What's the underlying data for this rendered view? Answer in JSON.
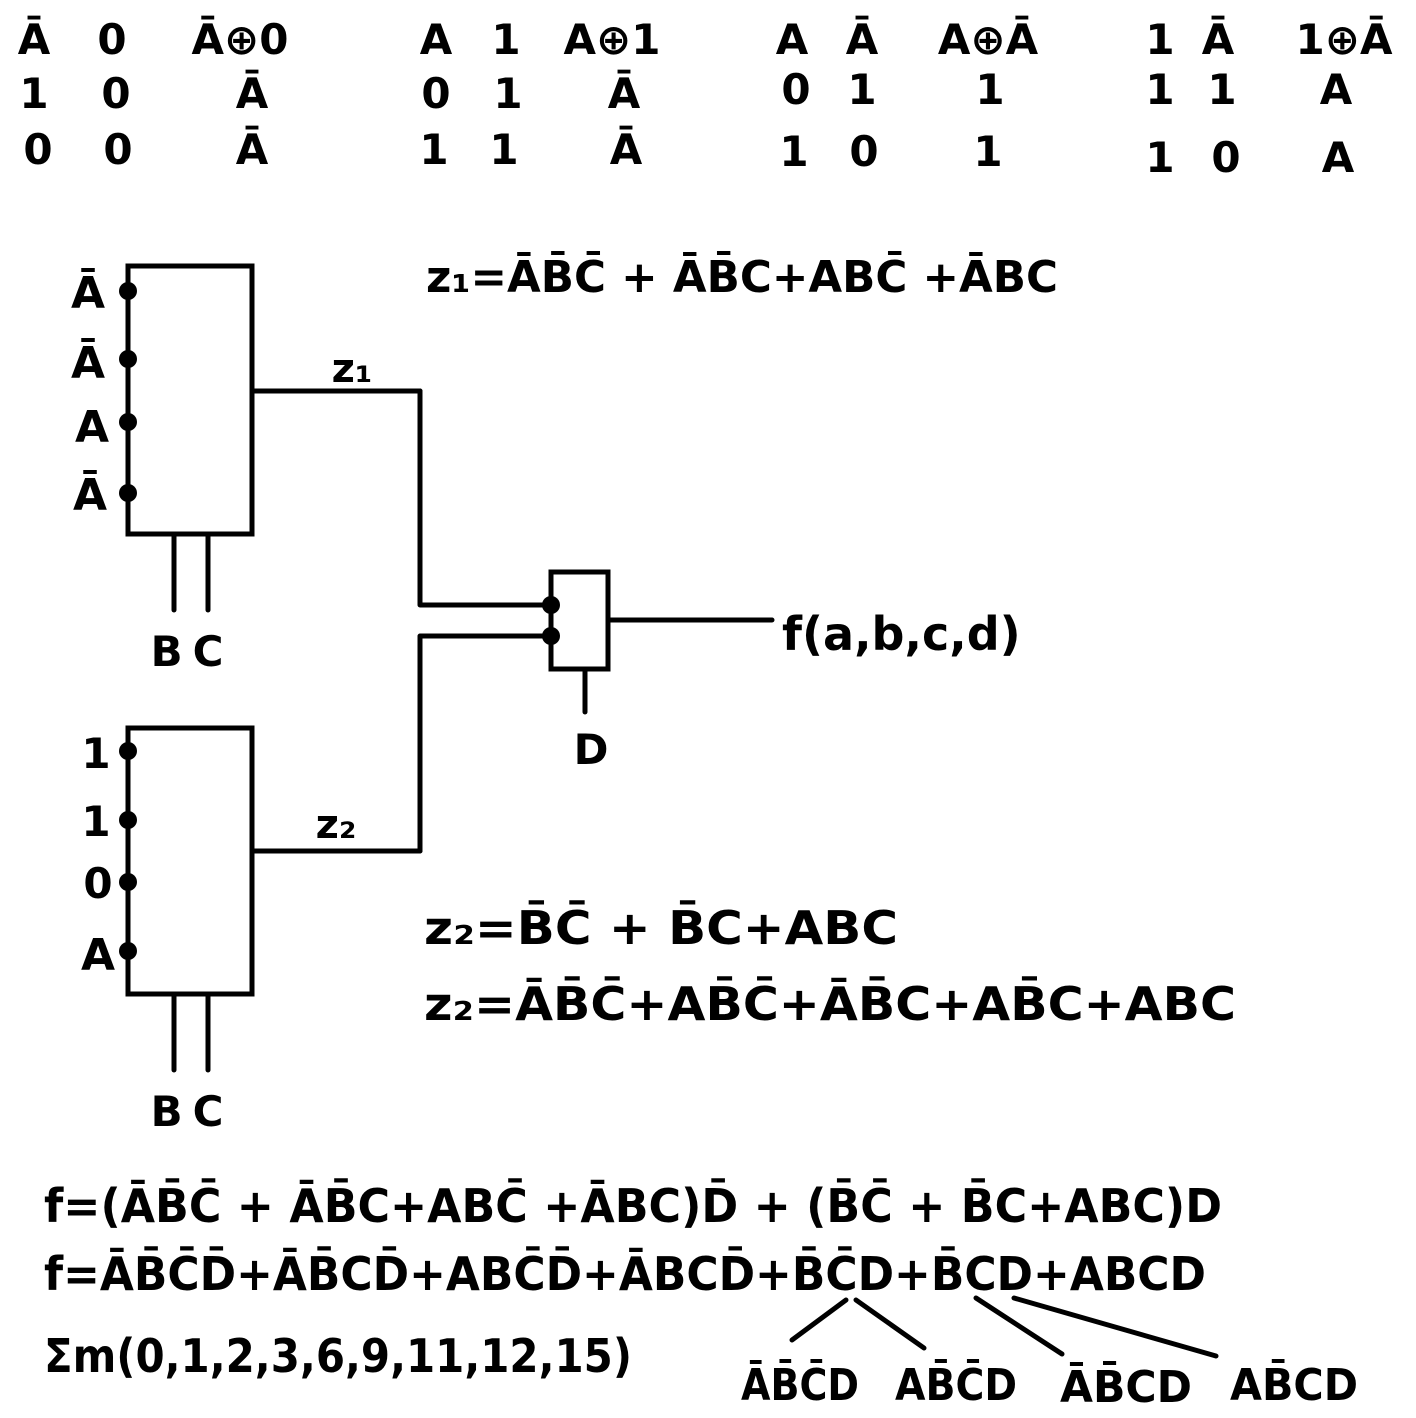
{
  "truth_tables": [
    {
      "headers": [
        "Ā",
        "0",
        "Ā⊕0"
      ],
      "rows": [
        [
          "1",
          "0",
          "Ā"
        ],
        [
          "0",
          "0",
          "Ā"
        ]
      ]
    },
    {
      "headers": [
        "A",
        "1",
        "A⊕1"
      ],
      "rows": [
        [
          "0",
          "1",
          "Ā"
        ],
        [
          "1",
          "1",
          "Ā"
        ]
      ]
    },
    {
      "headers": [
        "A",
        "Ā",
        "A⊕Ā"
      ],
      "rows": [
        [
          "0",
          "1",
          "1"
        ],
        [
          "1",
          "0",
          "1"
        ]
      ]
    },
    {
      "headers": [
        "1",
        "Ā",
        "1⊕Ā"
      ],
      "rows": [
        [
          "1",
          "1",
          "A"
        ],
        [
          "1",
          "0",
          "A"
        ]
      ]
    }
  ],
  "mux1": {
    "inputs": [
      "Ā",
      "Ā",
      "A",
      "Ā"
    ],
    "select": "BC",
    "output": "z₁"
  },
  "mux2": {
    "inputs": [
      "1",
      "1",
      "0",
      "A"
    ],
    "select": "BC",
    "output": "z₂"
  },
  "mux_final": {
    "select": "D",
    "output": "f(a,b,c,d)"
  },
  "equations": {
    "z1": "z₁=ĀB̄C̄ + ĀB̄C+ABC̄ +ĀBC",
    "z2_a": "z₂=B̄C̄ + B̄C+ABC",
    "z2_b": "z₂=ĀB̄C̄+AB̄C̄+ĀB̄C+AB̄C+ABC",
    "f_a": "f=(ĀB̄C̄ + ĀB̄C+ABC̄ +ĀBC)D̄ + (B̄C̄ + B̄C+ABC)D",
    "f_b": "f=ĀB̄C̄D̄+ĀB̄CD̄+ABC̄D̄+ĀBCD̄+B̄C̄D+B̄CD+ABCD",
    "minterms": "Σm(0,1,2,3,6,9,11,12,15)"
  },
  "expansion_terms": [
    "ĀB̄C̄D",
    "AB̄C̄D",
    "ĀB̄CD",
    "AB̄CD"
  ]
}
